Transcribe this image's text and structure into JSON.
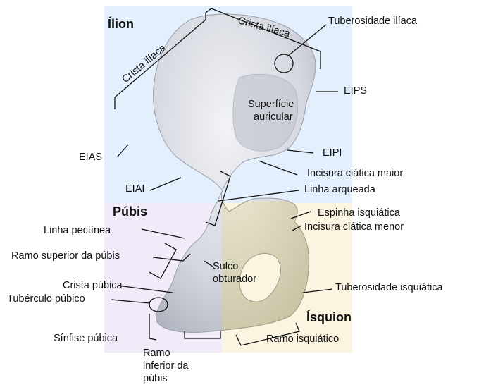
{
  "regions": {
    "ilion": "Ílion",
    "pubis": "Púbis",
    "isquion": "Ísquion"
  },
  "labels": {
    "crista_iliaca_left": "Crista ilíaca",
    "crista_iliaca_top": "Crista ilíaca",
    "tuberosidade_iliaca": "Tuberosidade ilíaca",
    "eips": "EIPS",
    "superficie_auricular_1": "Superfície",
    "superficie_auricular_2": "auricular",
    "eias": "EIAS",
    "eipi": "EIPI",
    "incisura_ciatica_maior": "Incisura ciática maior",
    "eiai": "EIAI",
    "linha_arqueada": "Linha arqueada",
    "espinha_isquiatica": "Espinha isquiática",
    "incisura_ciatica_menor": "Incisura ciática menor",
    "linha_pectinea": "Linha pectínea",
    "ramo_superior_pubis": "Ramo superior da púbis",
    "sulco_obturador_1": "Sulco",
    "sulco_obturador_2": "obturador",
    "crista_pubica": "Crista púbica",
    "tuberculo_pubico": "Tubérculo púbico",
    "tuberosidade_isquiatica": "Tuberosidade isquiática",
    "sinfise_pubica": "Sínfise púbica",
    "ramo_isquiatico": "Ramo isquiático",
    "ramo_inferior_1": "Ramo",
    "ramo_inferior_2": "inferior da",
    "ramo_inferior_3": "púbis"
  },
  "colors": {
    "ilion_bg": "#e3effc",
    "pubis_bg": "#f1eaf8",
    "isquion_bg": "#fbf4e1",
    "bone": "#d6d9e2",
    "bone_ischium": "#d9d6bd"
  }
}
